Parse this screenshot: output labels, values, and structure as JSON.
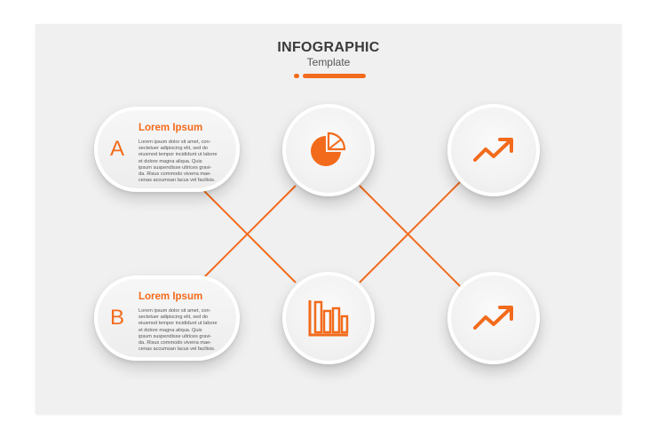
{
  "header": {
    "title": "INFOGRAPHIC",
    "subtitle": "Template"
  },
  "colors": {
    "accent": "#f26b1d",
    "background": "#f0f0f0",
    "text": "#3a3a3a"
  },
  "cards": [
    {
      "letter": "A",
      "title": "Lorem Ipsum",
      "lines": [
        "Lorem ipsum dolor sit amet, con-",
        "sectetuer adipiscing elit, sed do",
        "eiusmod tempor incididunt ut labore",
        "et dolore magna aliqua. Quis",
        "ipsum suspendisse ultrices gravi-",
        "da. Risus commodo viverra mae-",
        "cenas accumsan lacus vel facilisis."
      ]
    },
    {
      "letter": "B",
      "title": "Lorem Ipsum",
      "lines": [
        "Lorem ipsum dolor sit amet, con-",
        "sectetuer adipiscing elit, sed do",
        "eiusmod tempor incididunt ut labore",
        "et dolore magna aliqua. Quis",
        "ipsum suspendisse ultrices gravi-",
        "da. Risus commodo viverra mae-",
        "cenas accumsan lacus vel facilisis."
      ]
    }
  ],
  "icons": {
    "top_middle": "pie-chart-icon",
    "top_right": "trend-up-arrow-icon",
    "bottom_middle": "bar-chart-icon",
    "bottom_right": "trend-up-arrow-icon"
  }
}
